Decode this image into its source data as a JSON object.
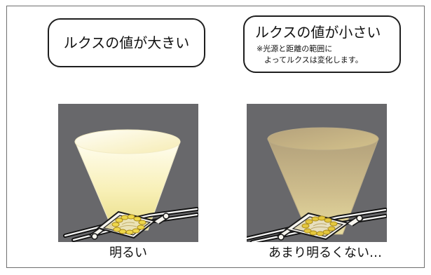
{
  "colors": {
    "background": "#ffffff",
    "frame": "#6f6f6f",
    "panel": "#68686b",
    "bright_beam": "#fff7bf",
    "dim_beam": "#c9b78c",
    "fixture_frame": "#f6f4ec",
    "led_yellow": "#f1d735"
  },
  "left_bubble": {
    "title": "ルクスの値が大きい"
  },
  "right_bubble": {
    "title": "ルクスの値が小さい",
    "note_line_1": "※光源と距離の範囲に",
    "note_line_2": "よってルクスは変化します。"
  },
  "captions": {
    "left": "明るい",
    "right": "あまり明るくない…"
  }
}
